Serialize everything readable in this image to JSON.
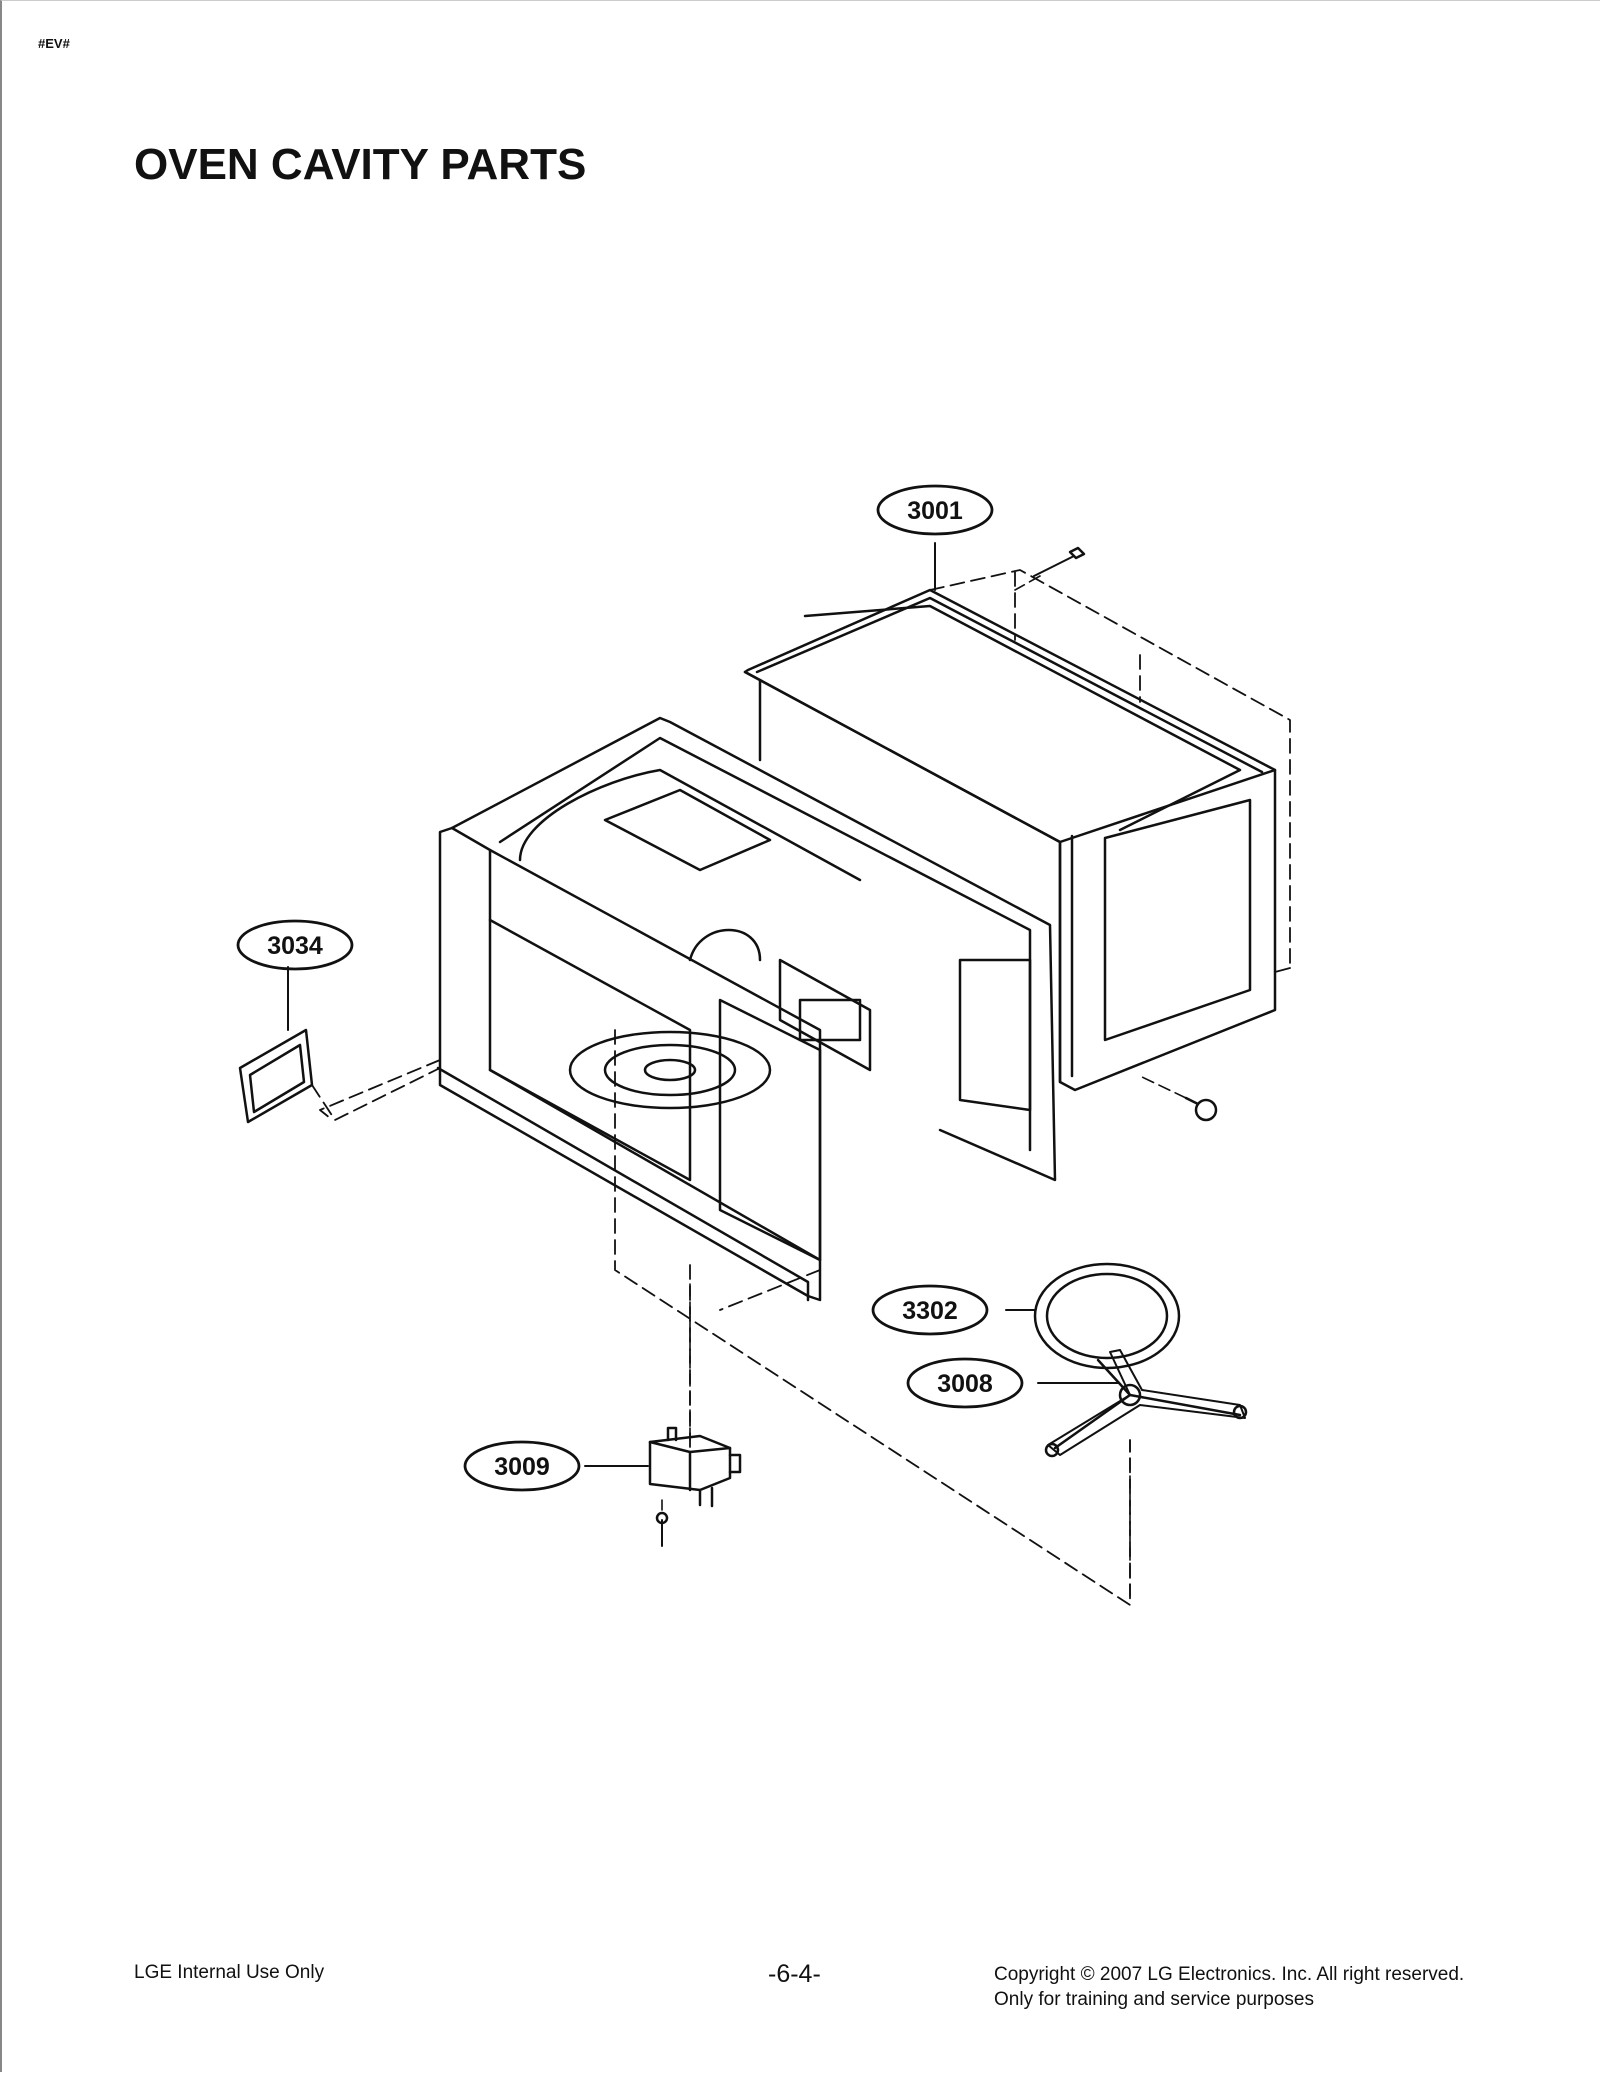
{
  "header": {
    "tag": "#EV#",
    "title": "OVEN CAVITY PARTS"
  },
  "diagram": {
    "parts": [
      {
        "label": "3001",
        "name": "outer-case"
      },
      {
        "label": "3034",
        "name": "cover-plate"
      },
      {
        "label": "3302",
        "name": "glass-tray"
      },
      {
        "label": "3008",
        "name": "roller-ring"
      },
      {
        "label": "3009",
        "name": "turntable-motor"
      }
    ]
  },
  "footer": {
    "left": "LGE Internal Use Only",
    "page": "-6-4-",
    "copyright": "Copyright © 2007 LG Electronics. Inc. All right reserved.",
    "note": "Only for training and service purposes"
  }
}
